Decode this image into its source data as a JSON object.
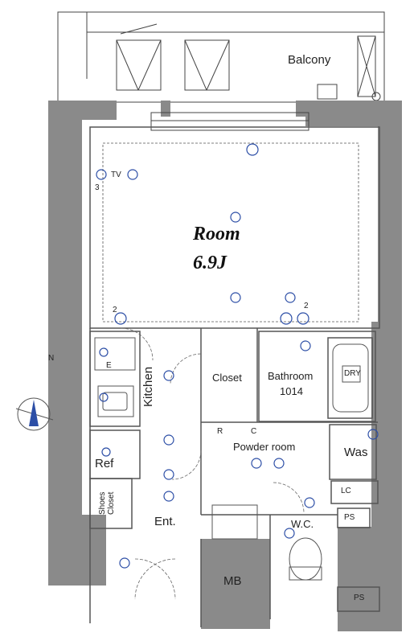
{
  "labels": {
    "balcony": "Balcony",
    "room": "Room",
    "room_size": "6.9J",
    "kitchen": "Kitchen",
    "closet": "Closet",
    "bathroom": "Bathroom",
    "bathroom_code": "1014",
    "dry": "DRY",
    "powder_room": "Powder room",
    "washer": "Was",
    "lc": "LC",
    "ps_top": "PS",
    "ps_bottom": "PS",
    "wc": "W.C.",
    "ref": "Ref",
    "shoes_closet": "Shoes Closet",
    "entrance": "Ent.",
    "mb": "MB",
    "compass_n": "N",
    "tv": "TV",
    "num_3": "3",
    "num_2a": "2",
    "num_2b": "2",
    "mark_r": "R",
    "mark_c": "C",
    "mark_e": "E"
  },
  "colors": {
    "wall": "#8a8a8a",
    "line": "#444444",
    "symbol": "#2c4ea6"
  }
}
